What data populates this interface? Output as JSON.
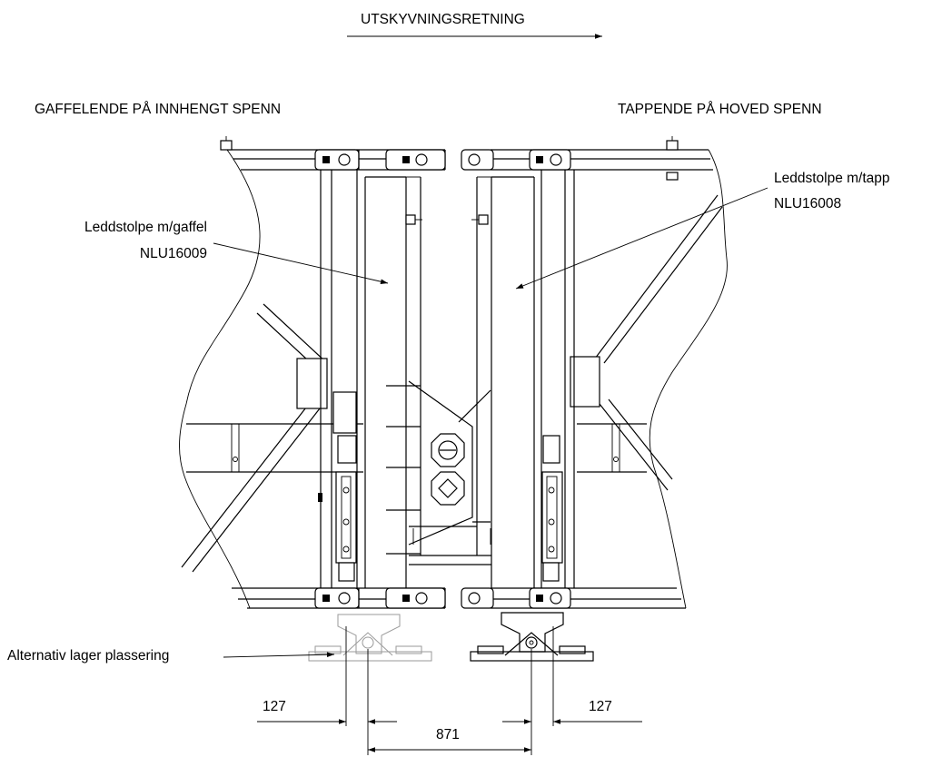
{
  "labels": {
    "direction": "UTSKYVNINGSRETNING",
    "left_heading": "GAFFELENDE PÅ INNHENGT SPENN",
    "right_heading": "TAPPENDE PÅ HOVED SPENN",
    "left_post_line1": "Leddstolpe m/gaffel",
    "left_post_line2": "NLU16009",
    "right_post_line1": "Leddstolpe m/tapp",
    "right_post_line2": "NLU16008",
    "alt_bearing": "Alternativ lager plassering"
  },
  "dimensions": {
    "left_offset": "127",
    "right_offset": "127",
    "span": "871"
  }
}
